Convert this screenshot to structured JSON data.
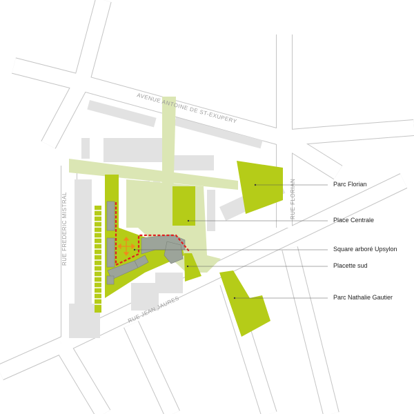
{
  "streets": {
    "avenue": "AVENUE ANTOINE DE ST-EXUPERY",
    "mistral": "RUE FREDERIC MISTRAL",
    "jaures": "RUE JEAN JAURES",
    "florian": "RUE FLORIAN"
  },
  "legend": [
    {
      "label": "Parc Florian"
    },
    {
      "label": "Place Centrale"
    },
    {
      "label": "Square arboré Upsylon"
    },
    {
      "label": "Placette sud"
    },
    {
      "label": "Parc Nathalie Gautier"
    }
  ],
  "colors": {
    "park": "#b5cc18",
    "path": "#dbe6b4",
    "building": "#e2e2e2",
    "project_building": "#9ca49a",
    "perimeter": "#e02020",
    "arrows": "#f08a1c"
  }
}
